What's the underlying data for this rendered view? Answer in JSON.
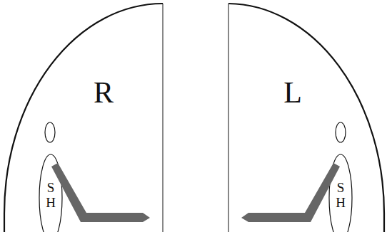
{
  "diagram": {
    "nodes": [
      {
        "text": [
          "R"
        ]
      },
      {
        "text": [
          "S H"
        ],
        "in": 0
      },
      {
        "text": [
          "L"
        ]
      },
      {
        "text": [
          "S H"
        ],
        "in": 2
      }
    ]
  }
}
